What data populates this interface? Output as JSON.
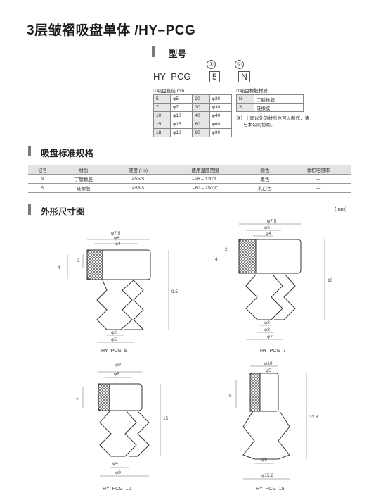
{
  "title": "3层皱褶吸盘单体 /HY–PCG",
  "model_section": {
    "heading": "型号",
    "circle1": "①",
    "circle2": "②",
    "prefix": "HY–PCG",
    "dash": "–",
    "value1": "5",
    "value2": "N",
    "diameter_title": "①吸盘直径 mm",
    "material_title": "②吸盘橡胶材质",
    "diameters": [
      [
        "5",
        "φ5",
        "20",
        "φ20"
      ],
      [
        "7",
        "φ7",
        "30",
        "φ30"
      ],
      [
        "10",
        "φ10",
        "40",
        "φ40"
      ],
      [
        "15",
        "φ15",
        "60",
        "φ60"
      ],
      [
        "18",
        "φ18",
        "90",
        "φ90"
      ]
    ],
    "materials": [
      [
        "N",
        "丁腈橡胶"
      ],
      [
        "S",
        "硅橡胶"
      ]
    ],
    "note_line1": "注）上面以外的材质也可以制作，请",
    "note_line2": "与本公司协商。"
  },
  "spec_section": {
    "heading": "吸盘标准规格",
    "headers": [
      "记号",
      "材质",
      "硬度 (Hs)",
      "使用温度范围",
      "颜色",
      "体积电阻率"
    ],
    "rows": [
      [
        "N",
        "丁腈橡胶",
        "A55/S",
        "–26 – 120℃",
        "黑色",
        "—"
      ],
      [
        "S",
        "硅橡胶",
        "A55/S",
        "–60 – 250℃",
        "乳白色",
        "—"
      ]
    ]
  },
  "drawing_section": {
    "heading": "外形尺寸图",
    "unit": "(mm)",
    "drawings": [
      {
        "caption": "HY–PCG–5",
        "top1": "φ7.5",
        "top2": "φ6",
        "top3": "φ4",
        "left1": "2",
        "left2": "4",
        "height": "9.5",
        "bottom1": "φ2",
        "bottom2": "φ5"
      },
      {
        "caption": "HY–PCG–7",
        "top1": "φ7.5",
        "top2": "φ6",
        "top3": "φ4",
        "left1": "2",
        "left2": "4",
        "height": "10",
        "bottom1": "φ2",
        "bottom2": "φ3",
        "bottom3": "φ7"
      },
      {
        "caption": "HY–PCG–10",
        "top1": "φ9",
        "top2": "φ6",
        "left1": "7",
        "height": "15",
        "bottom1": "φ4",
        "bottom2": "φ9"
      },
      {
        "caption": "HY–PCG–15",
        "top1": "φ10",
        "top2": "φ5",
        "left1": "9",
        "height": "32.8",
        "bottom1": "φ6",
        "bottom2": "φ15.2"
      }
    ]
  },
  "colors": {
    "section_bar": "#7a7a7a",
    "table_header": "#e3e3e3",
    "hatch": "#333333"
  }
}
